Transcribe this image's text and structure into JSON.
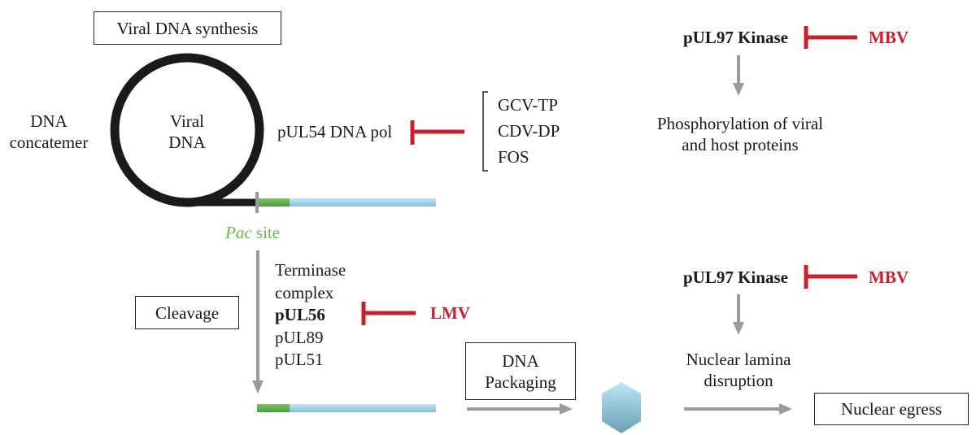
{
  "title_box": "Viral DNA synthesis",
  "circle": {
    "left_label_line1": "DNA",
    "left_label_line2": "concatemer",
    "inner_label_line1": "Viral",
    "inner_label_line2": "DNA"
  },
  "pac_site": {
    "italic": "Pac",
    "rest": " site"
  },
  "polymerase": {
    "target": "pUL54 DNA pol",
    "inhibitors": [
      "GCV-TP",
      "CDV-DP",
      "FOS"
    ]
  },
  "kinase_top": {
    "target": "pUL97 Kinase",
    "inhibitor": "MBV",
    "effect_line1": "Phosphorylation of viral",
    "effect_line2": "and host proteins"
  },
  "cleavage": {
    "box": "Cleavage",
    "complex_lines": [
      "Terminase",
      "complex",
      "pUL56",
      "pUL89",
      "pUL51"
    ],
    "inhibited_target": "pUL56",
    "inhibitor": "LMV"
  },
  "packaging_box_line1": "DNA",
  "packaging_box_line2": "Packaging",
  "kinase_bottom": {
    "target": "pUL97 Kinase",
    "inhibitor": "MBV",
    "effect_line1": "Nuclear lamina",
    "effect_line2": "disruption"
  },
  "egress_box": "Nuclear egress",
  "colors": {
    "inhibition_red": "#c8202c",
    "arrow_gray": "#9a9a9a",
    "pac_green": "#6bb64a",
    "dna_blue": "#9fd3e8",
    "capsid_blue": "#7ec0da"
  }
}
